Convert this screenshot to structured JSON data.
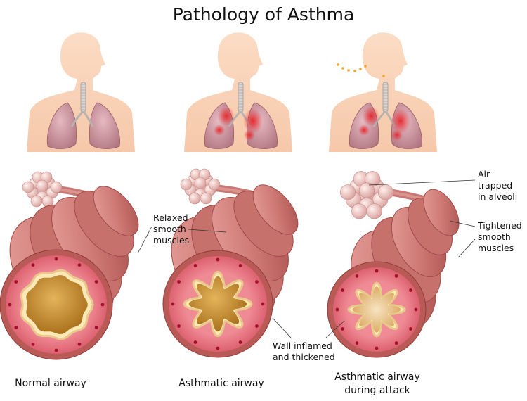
{
  "title": "Pathology of Asthma",
  "labels": {
    "relaxed": [
      "Relaxed",
      "smooth",
      "muscles"
    ],
    "air_trapped": [
      "Air trapped",
      "in alveoli"
    ],
    "tightened": [
      "Tightened",
      "smooth",
      "muscles"
    ],
    "wall": [
      "Wall inflamed",
      "and thickened"
    ]
  },
  "captions": {
    "normal": [
      "Normal airway"
    ],
    "asthmatic": [
      "Asthmatic airway"
    ],
    "attack": [
      "Asthmatic airway",
      "during attack"
    ]
  },
  "colors": {
    "skin": "#f9d3b8",
    "lung": "#c98f9a",
    "inflammation": "#e8262b",
    "airway_outer": "#c9706d",
    "airway_band": "#b75a58",
    "airway_wall": "#e46a78",
    "lining": "#fbe8b7",
    "lumen": "#c9922c",
    "alveoli": "#f3c9c6",
    "droplets": "#f5a623"
  }
}
